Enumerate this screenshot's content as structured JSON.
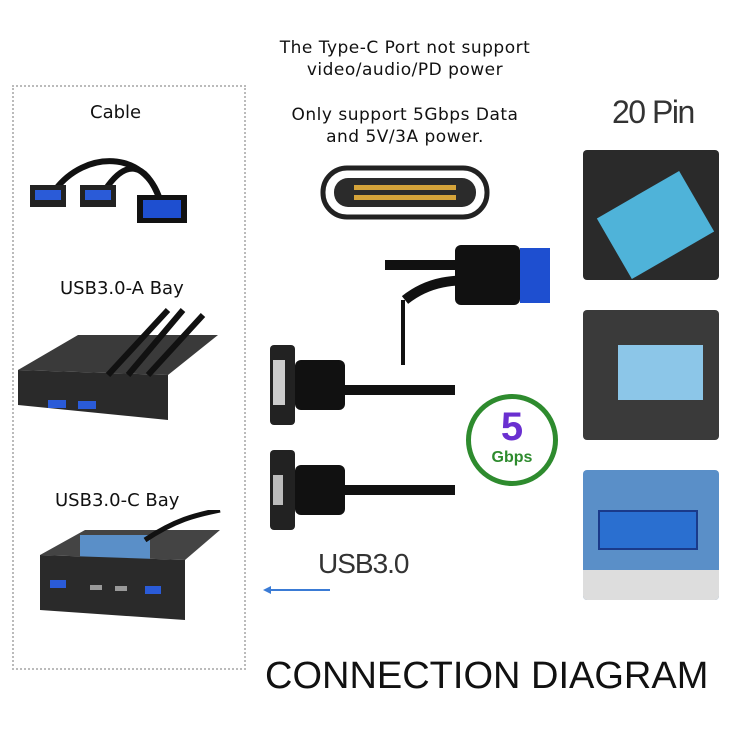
{
  "notes": {
    "line1": "The Type-C Port not support",
    "line2": "video/audio/PD power",
    "line3": "Only support 5Gbps Data",
    "line4": "and 5V/3A power."
  },
  "labels": {
    "cable": "Cable",
    "a_bay": "USB3.0-A Bay",
    "c_bay": "USB3.0-C Bay",
    "pin": "20 Pin",
    "usb3": "USB3.0"
  },
  "badge": {
    "number": "5",
    "unit": "Gbps"
  },
  "title": "CONNECTION DIAGRAM",
  "colors": {
    "badge_ring": "#2e8b2e",
    "badge_number": "#6a2fd0",
    "connector_blue": "#1e4fd0",
    "arrow": "#3a7bd5"
  }
}
